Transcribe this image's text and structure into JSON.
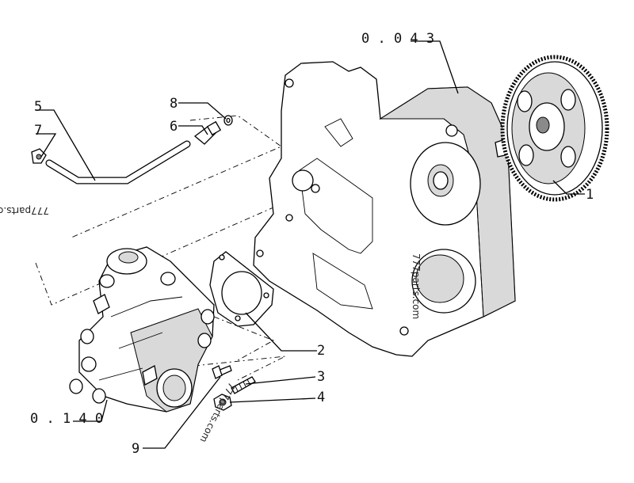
{
  "references": {
    "gear_case_group": "0 . 0 4 3",
    "injection_pump_group": "0 . 1 4 0"
  },
  "callouts": [
    "1",
    "2",
    "3",
    "4",
    "5",
    "6",
    "7",
    "8",
    "9"
  ],
  "watermarks": [
    "777parts.com",
    "777parts.com",
    "777parts.com"
  ]
}
